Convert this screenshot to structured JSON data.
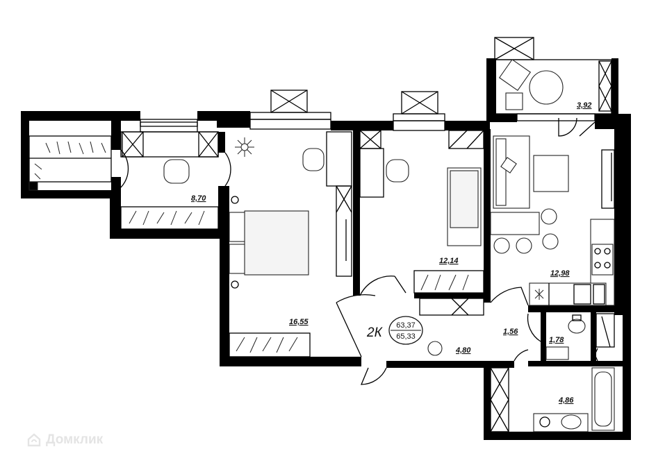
{
  "plan": {
    "type_label": "2К",
    "area_total": "63,37",
    "area_living": "65,33",
    "rooms": [
      {
        "id": "storage",
        "label": "8,70"
      },
      {
        "id": "bedroom",
        "label": "16,55"
      },
      {
        "id": "room2",
        "label": "12,14"
      },
      {
        "id": "balcony",
        "label": "3,92"
      },
      {
        "id": "kitchen",
        "label": "12,98"
      },
      {
        "id": "corridor",
        "label": "1,56"
      },
      {
        "id": "wc",
        "label": "1,78"
      },
      {
        "id": "hall",
        "label": "4,80"
      },
      {
        "id": "bathroom",
        "label": "4,86"
      }
    ]
  },
  "watermark": {
    "text": "Домклик",
    "icon": "house-logo-icon"
  },
  "colors": {
    "wall": "#000000",
    "background": "#ffffff",
    "watermark": "#e4e4e4"
  }
}
